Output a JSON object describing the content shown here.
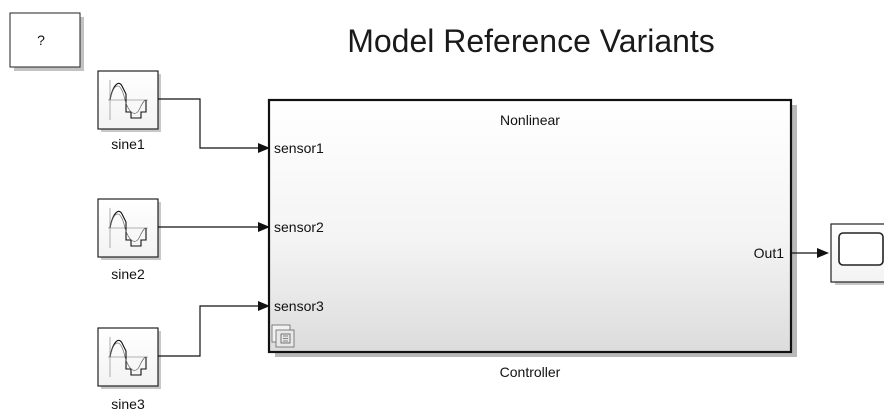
{
  "diagram": {
    "title": "Model Reference Variants",
    "help_block": {
      "label": "?"
    },
    "sources": [
      {
        "label": "sine1",
        "icon": "sine-wave-icon"
      },
      {
        "label": "sine2",
        "icon": "sine-wave-icon"
      },
      {
        "label": "sine3",
        "icon": "sine-wave-icon"
      }
    ],
    "controller": {
      "variant_label": "Nonlinear",
      "name": "Controller",
      "inputs": [
        "sensor1",
        "sensor2",
        "sensor3"
      ],
      "output": "Out1",
      "badge_icon": "model-reference-icon"
    },
    "scope": {
      "icon": "scope-screen-icon"
    }
  }
}
